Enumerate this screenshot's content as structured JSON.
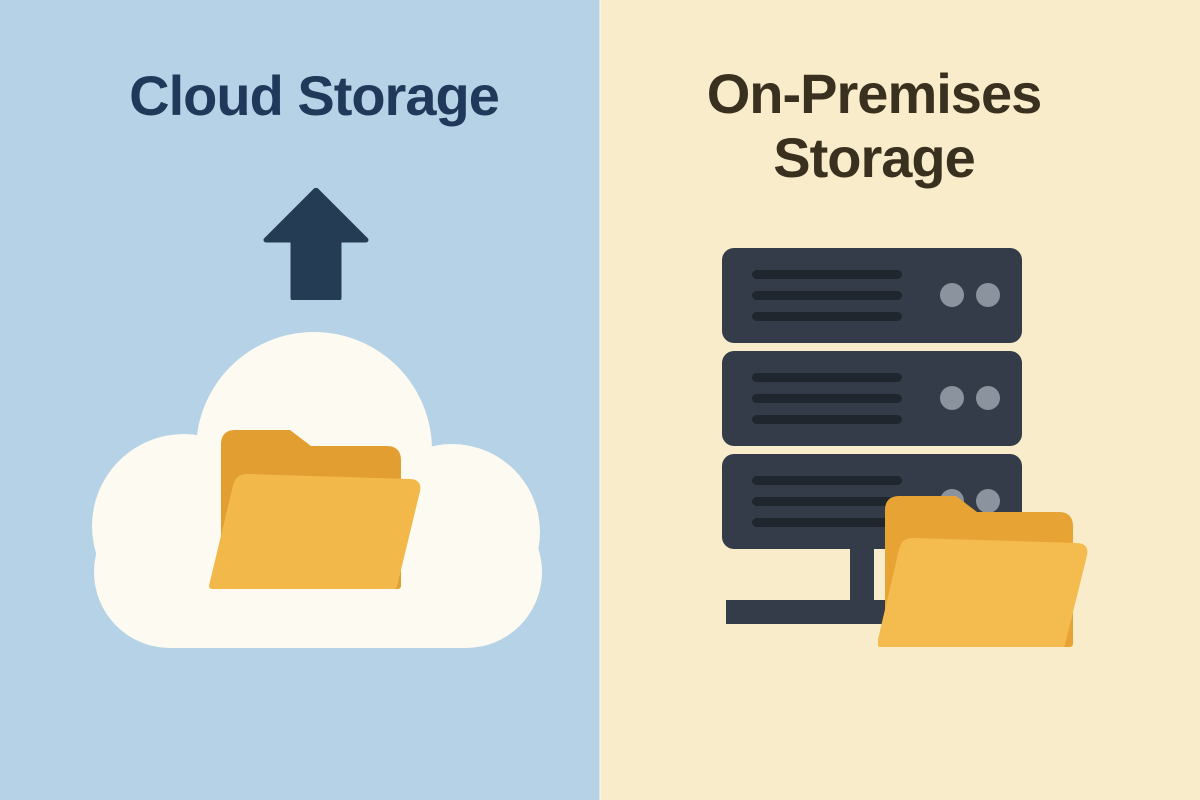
{
  "illustration": {
    "type": "comparison",
    "subject": "Cloud Storage vs On-Premises Storage"
  },
  "left_panel": {
    "title": "Cloud Storage",
    "icons": [
      {
        "name": "upload-arrow-icon",
        "meaning": "upload to cloud"
      },
      {
        "name": "cloud-icon",
        "meaning": "cloud storage"
      },
      {
        "name": "folder-icon",
        "meaning": "stored files"
      }
    ]
  },
  "right_panel": {
    "title": "On-Premises Storage",
    "icons": [
      {
        "name": "server-rack-icon",
        "meaning": "on-premises servers",
        "units": 3
      },
      {
        "name": "network-line-icon",
        "meaning": "local network connection"
      },
      {
        "name": "folder-icon",
        "meaning": "stored files"
      }
    ]
  },
  "colors": {
    "left_bg": "#b5d2e6",
    "right_bg": "#f9ecca",
    "left_title": "#20395b",
    "right_title": "#39301f",
    "arrow": "#253c55",
    "cloud": "#fdfaf1",
    "folder_back": "#e29e31",
    "folder_front": "#f2b94a",
    "folder2_back": "#e7a434",
    "folder2_front": "#f4bc4e",
    "server_body": "#333c48",
    "server_slot": "#20262e",
    "server_dot": "#8b939e",
    "network": "#333c48"
  }
}
